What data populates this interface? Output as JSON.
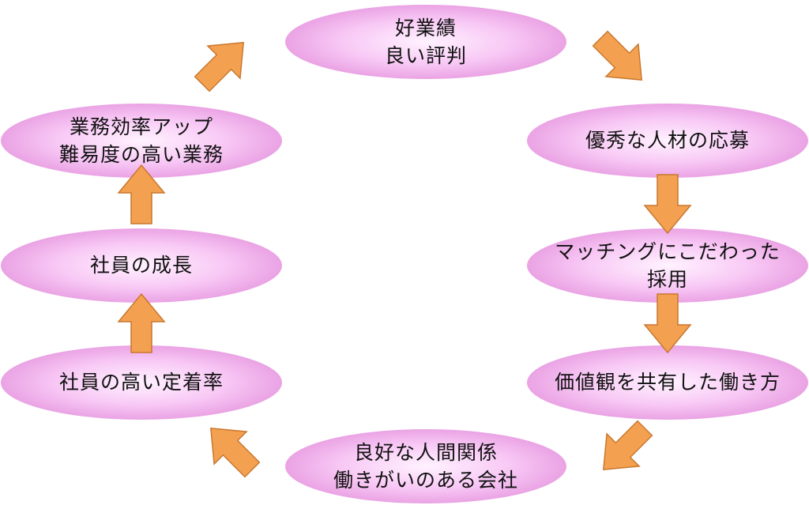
{
  "colors": {
    "ellipse_center": "#fff2ff",
    "ellipse_mid": "#f8c8f5",
    "ellipse_edge": "#eaa3e4",
    "arrow_fill": "#f3a151",
    "arrow_stroke": "#c9772e"
  },
  "nodes": [
    {
      "id": "good-performance",
      "lines": [
        "好業績",
        "良い評判"
      ]
    },
    {
      "id": "talent-applications",
      "lines": [
        "優秀な人材の応募"
      ]
    },
    {
      "id": "matching-hiring",
      "lines": [
        "マッチングにこだわった",
        "採用"
      ]
    },
    {
      "id": "shared-values",
      "lines": [
        "価値観を共有した働き方"
      ]
    },
    {
      "id": "good-relationships",
      "lines": [
        "良好な人間関係",
        "働きがいのある会社"
      ]
    },
    {
      "id": "high-retention",
      "lines": [
        "社員の高い定着率"
      ]
    },
    {
      "id": "employee-growth",
      "lines": [
        "社員の成長"
      ]
    },
    {
      "id": "efficiency-up",
      "lines": [
        "業務効率アップ",
        "難易度の高い業務"
      ]
    }
  ],
  "cycle": [
    {
      "from": "good-performance",
      "to": "talent-applications",
      "direction": "down-right"
    },
    {
      "from": "talent-applications",
      "to": "matching-hiring",
      "direction": "down"
    },
    {
      "from": "matching-hiring",
      "to": "shared-values",
      "direction": "down"
    },
    {
      "from": "shared-values",
      "to": "good-relationships",
      "direction": "down-left"
    },
    {
      "from": "good-relationships",
      "to": "high-retention",
      "direction": "up-left"
    },
    {
      "from": "high-retention",
      "to": "employee-growth",
      "direction": "up"
    },
    {
      "from": "employee-growth",
      "to": "efficiency-up",
      "direction": "up"
    },
    {
      "from": "efficiency-up",
      "to": "good-performance",
      "direction": "up-right"
    }
  ]
}
